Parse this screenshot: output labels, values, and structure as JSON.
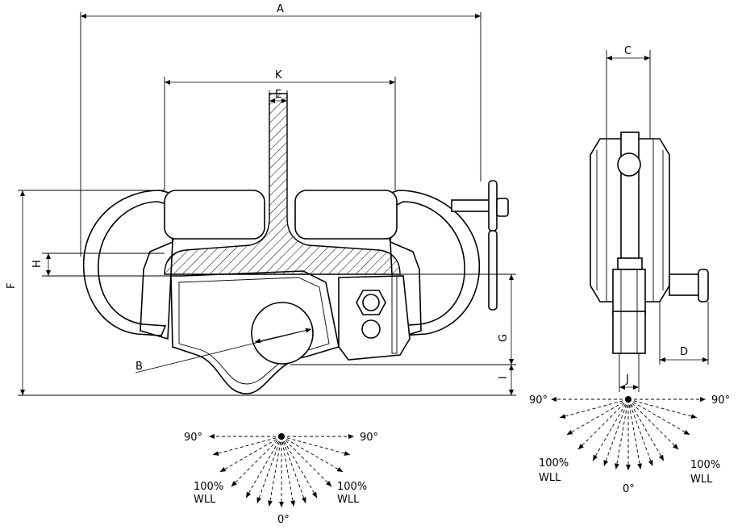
{
  "dimensions": {
    "A": "A",
    "B": "B",
    "C": "C",
    "D": "D",
    "E": "E",
    "F": "F",
    "G": "G",
    "H": "H",
    "I": "I",
    "J": "J",
    "K": "K"
  },
  "front_angle_diagram": {
    "left_label": "90°",
    "right_label": "90°",
    "left_wll": [
      "100%",
      "WLL"
    ],
    "right_wll": [
      "100%",
      "WLL"
    ],
    "bottom_label": "0°"
  },
  "side_angle_diagram": {
    "left_label": "90°",
    "right_label": "90°",
    "left_wll": [
      "100%",
      "WLL"
    ],
    "right_wll": [
      "100%",
      "WLL"
    ],
    "bottom_label": "0°"
  }
}
